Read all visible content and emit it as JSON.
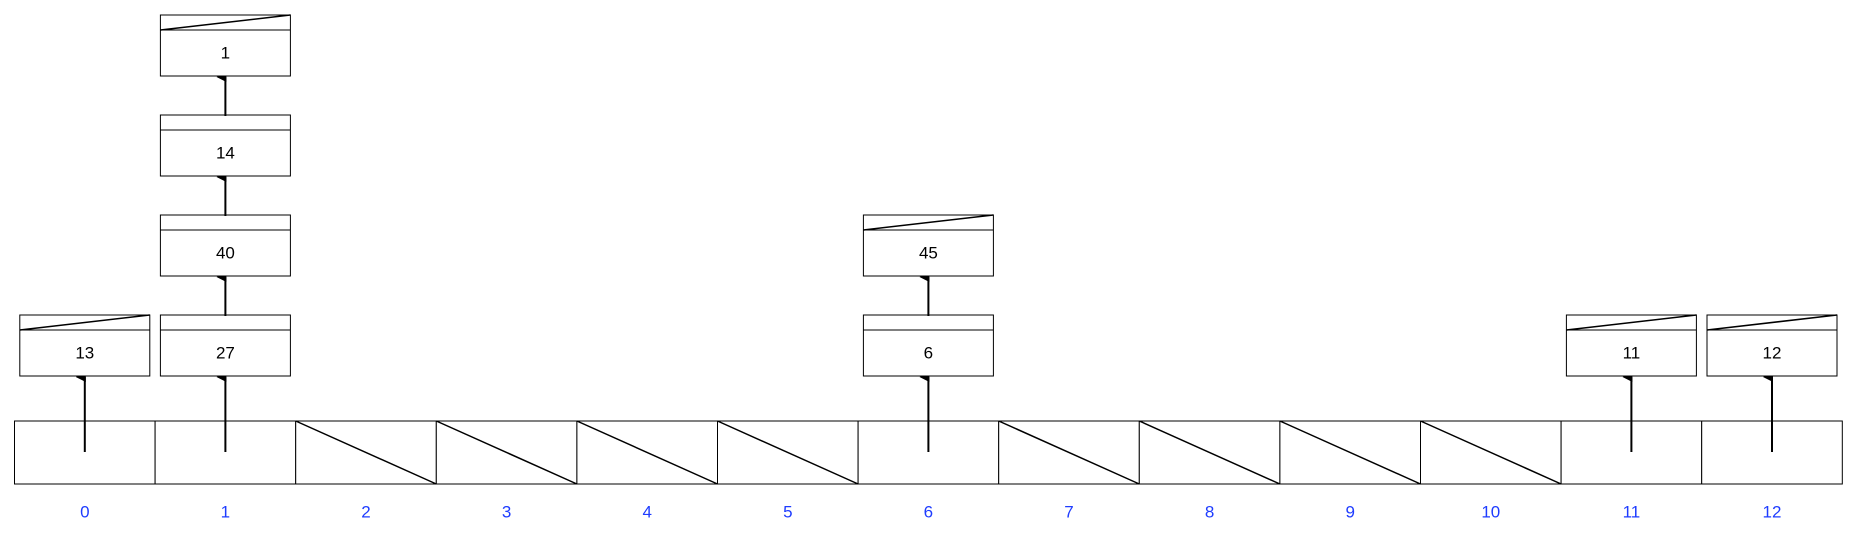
{
  "colors": {
    "index_label": "#1e3cff",
    "stroke": "#000000",
    "background": "#ffffff"
  },
  "buckets": [
    {
      "index": "0",
      "chain": [
        "13"
      ]
    },
    {
      "index": "1",
      "chain": [
        "27",
        "40",
        "14",
        "1"
      ]
    },
    {
      "index": "2",
      "chain": []
    },
    {
      "index": "3",
      "chain": []
    },
    {
      "index": "4",
      "chain": []
    },
    {
      "index": "5",
      "chain": []
    },
    {
      "index": "6",
      "chain": [
        "6",
        "45"
      ]
    },
    {
      "index": "7",
      "chain": []
    },
    {
      "index": "8",
      "chain": []
    },
    {
      "index": "9",
      "chain": []
    },
    {
      "index": "10",
      "chain": []
    },
    {
      "index": "11",
      "chain": [
        "11"
      ]
    },
    {
      "index": "12",
      "chain": [
        "12"
      ]
    }
  ]
}
